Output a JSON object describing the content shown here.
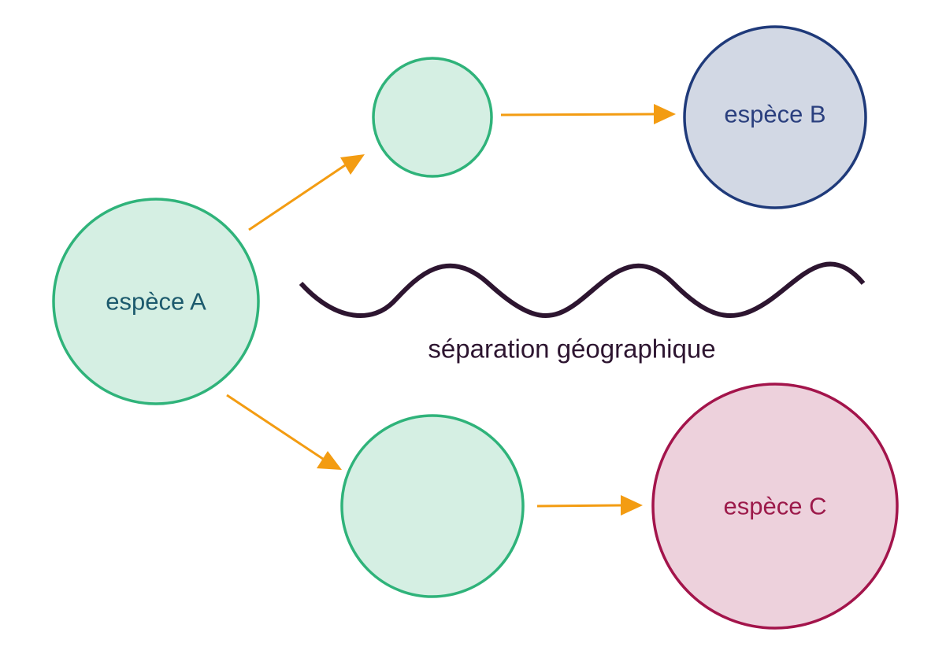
{
  "species": {
    "a": {
      "label": "espèce A",
      "stroke": "#2fb37a",
      "fill": "#d5efe3",
      "text_color": "#1c5a6d"
    },
    "b": {
      "label": "espèce B",
      "stroke": "#1f3a7a",
      "fill": "#d2d8e4",
      "text_color": "#2a3f7e"
    },
    "c": {
      "label": "espèce C",
      "stroke": "#a3144b",
      "fill": "#edd1dc",
      "text_color": "#9c1a4a"
    }
  },
  "intermediate": {
    "stroke": "#2fb37a",
    "fill": "#d5efe3"
  },
  "barrier": {
    "label": "séparation géographique",
    "color": "#2d1530"
  },
  "arrow_color": "#f39c12"
}
